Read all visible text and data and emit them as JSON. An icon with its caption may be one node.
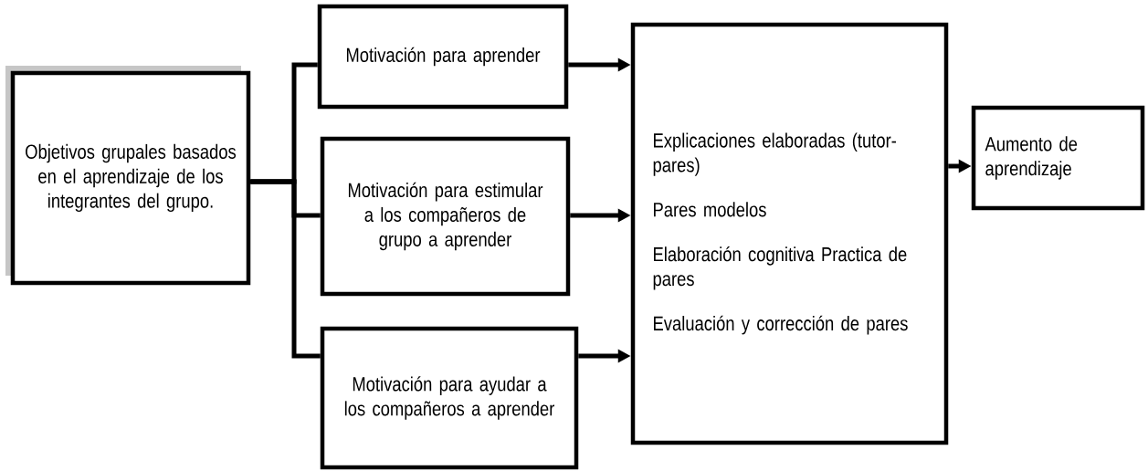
{
  "diagram": {
    "nodes": [
      {
        "text": [
          "Objetivos grupales basados en el aprendizaje de los integrantes del grupo."
        ]
      },
      {
        "text": [
          "Motivación para aprender"
        ]
      },
      {
        "text": [
          "Motivación para estimular a los compañeros de grupo a aprender"
        ]
      },
      {
        "text": [
          "Motivación para ayudar a los compañeros a aprender"
        ]
      },
      {
        "text": [
          "Explicaciones elaboradas (tutor-pares)",
          "Pares modelos",
          "Elaboración cognitiva Practica de pares",
          "Evaluación y corrección de pares"
        ]
      },
      {
        "text": [
          "Aumento de aprendizaje"
        ]
      }
    ],
    "edges": [
      {
        "from": 0,
        "to": 1,
        "arrow": "none"
      },
      {
        "from": 0,
        "to": 2,
        "arrow": "none"
      },
      {
        "from": 0,
        "to": 3,
        "arrow": "none"
      },
      {
        "from": 1,
        "to": 4,
        "arrow": "to"
      },
      {
        "from": 2,
        "to": 4,
        "arrow": "to"
      },
      {
        "from": 3,
        "to": 4,
        "arrow": "to"
      },
      {
        "from": 4,
        "to": 5,
        "arrow": "to"
      }
    ]
  }
}
